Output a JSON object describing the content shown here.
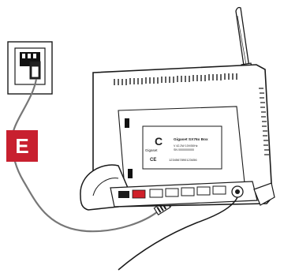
{
  "step_label": "E",
  "colors": {
    "badge": "#c8202f",
    "line": "#1a1a1a",
    "cable": "#888888",
    "dsl_port": "#d0202a"
  },
  "label_plate": {
    "brand": "Gigaset",
    "model": "Gigaset SX76x Box",
    "spec_lines": [
      "V 42.2W 10V/50Hz",
      "SN 0000000000"
    ],
    "code": "1234567890123456",
    "ce_mark": "CE"
  },
  "icons": {
    "wall_socket": "wall-socket-icon",
    "router": "router-icon",
    "antenna": "antenna-icon",
    "dsl_plug": "dsl-plug-icon"
  }
}
